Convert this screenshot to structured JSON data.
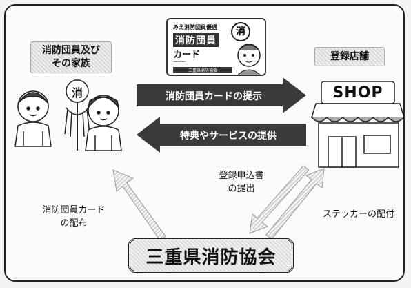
{
  "members_label": [
    "消防団員及び",
    "その家族"
  ],
  "shop_label": "登録店舗",
  "card": {
    "top_text": "みえ消防団員優遇",
    "title_line1": "消防団員",
    "title_line2": "カード",
    "kanji_badge": "消",
    "bottom_text": "三重県消防協会"
  },
  "arrows": {
    "card_presentation": "消防団員カードの提示",
    "benefits_provision": "特典やサービスの提供"
  },
  "flows": {
    "card_distribution": [
      "消防団員カード",
      "の配布"
    ],
    "registration_submit": [
      "登録申込書",
      "の提出"
    ],
    "sticker_delivery": "ステッカーの配付"
  },
  "shop_sign": "SHOP",
  "helmet_badge": "消",
  "association": "三重県消防協会"
}
